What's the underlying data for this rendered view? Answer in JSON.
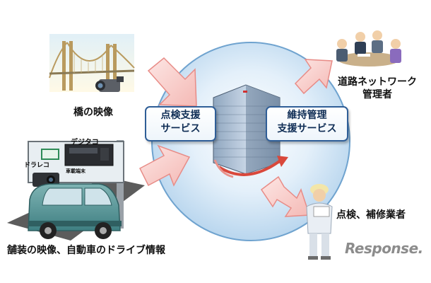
{
  "labels": {
    "bridge_caption": "橋の映像",
    "road_caption": "舗装の映像、自動車のドライブ情報",
    "manager_caption_line1": "道路ネットワーク",
    "manager_caption_line2": "管理者",
    "worker_caption": "点検、補修業者"
  },
  "services": {
    "inspection_line1": "点検支援",
    "inspection_line2": "サービス",
    "maintenance_line1": "維持管理",
    "maintenance_line2": "支援サービス"
  },
  "devices": {
    "digitaco": "デジタコ",
    "drive_recorder": "ドラレコ",
    "onboard_terminal": "車載端末"
  },
  "watermark": "Response.",
  "colors": {
    "circle_fill": "#cde3f4",
    "circle_stroke": "#6fa3cf",
    "arrow_fill": "#f7c9c6",
    "arrow_stroke": "#e88c87",
    "box_border": "#2f5e97"
  }
}
